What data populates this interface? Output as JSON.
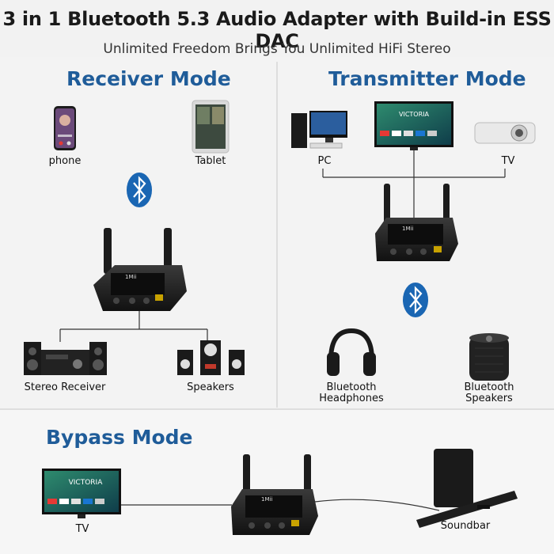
{
  "header": {
    "title": "3 in 1 Bluetooth 5.3 Audio Adapter with Build-in ESS DAC",
    "subtitle": "Unlimited Freedom Brings You Unlimited HiFi Stereo"
  },
  "receiver": {
    "mode_label": "Receiver Mode",
    "phone_label": "phone",
    "tablet_label": "Tablet",
    "stereo_label": "Stereo Receiver",
    "speakers_label": "Speakers"
  },
  "transmitter": {
    "mode_label": "Transmitter Mode",
    "pc_label": "PC",
    "tv_label": "TV",
    "headphones_label_1": "Bluetooth",
    "headphones_label_2": "Headphones",
    "speaker_label_1": "Bluetooth",
    "speaker_label_2": "Speakers"
  },
  "bypass": {
    "mode_label": "Bypass Mode",
    "tv_label": "TV",
    "soundbar_label": "Soundbar"
  },
  "brand": {
    "device_logo": "1Mii",
    "tv_screen_text": "VICTORIA",
    "accent": "#1f5c99",
    "bluetooth_blue": "#1a66b3"
  },
  "icons": [
    "bluetooth-icon",
    "phone-icon",
    "tablet-icon",
    "pc-icon",
    "tv-icon",
    "projector-icon",
    "headphones-icon",
    "speaker-icon",
    "soundbar-icon",
    "adapter-icon"
  ]
}
